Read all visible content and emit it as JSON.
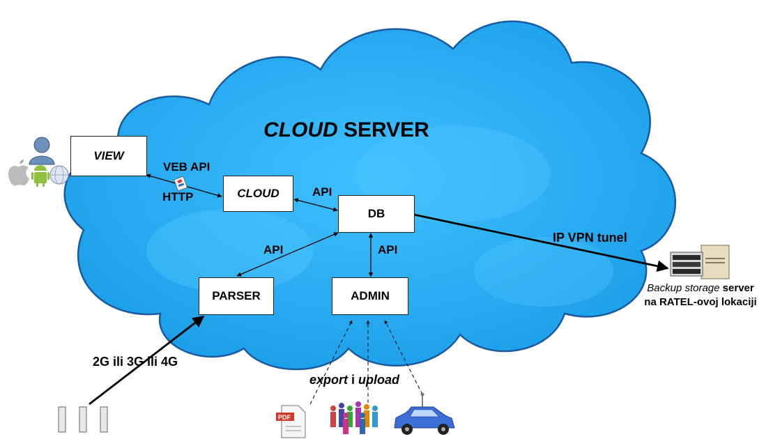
{
  "title": {
    "italic": "CLOUD",
    "rest": " SERVER"
  },
  "boxes": {
    "view": "VIEW",
    "cloud": "CLOUD",
    "db": "DB",
    "parser": "PARSER",
    "admin": "ADMIN"
  },
  "links": {
    "veb_api": "VEB API",
    "http": "HTTP",
    "api_cloud_db": "API",
    "api_parser_db": "API",
    "api_admin_db": "API",
    "ip_vpn": "IP VPN tunel",
    "mobile": "2G ili 3G ili 4G",
    "export_a": "export",
    "export_i": " i ",
    "export_b": "upload"
  },
  "backup": {
    "line1_italic": "Backup storage",
    "line1_rest": " server",
    "line2": "na RATEL-ovoj lokaciji"
  },
  "icons": [
    "user-icon",
    "apple-icon",
    "android-icon",
    "globe-icon",
    "db-disk-icon",
    "server-icon",
    "sensor-icon",
    "pdf-icon",
    "people-icon",
    "car-icon",
    "http-packet-icon"
  ],
  "colors": {
    "cloud_fill": "#1aaaf0",
    "cloud_outline": "#1a5aa0"
  }
}
